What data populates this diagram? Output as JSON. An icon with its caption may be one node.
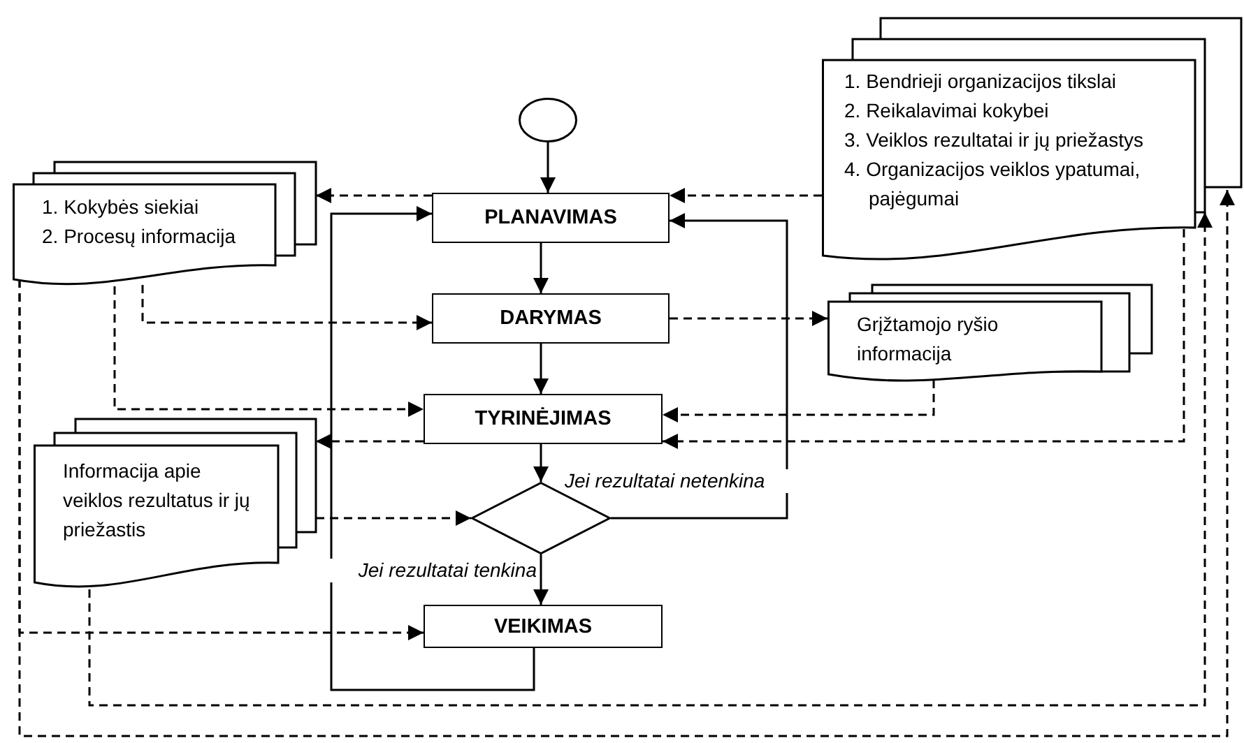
{
  "diagram": {
    "nodes": [
      {
        "text": [],
        "shape": "ellipse"
      },
      {
        "text": [
          "1. Kokybės siekiai",
          "2. Procesų informacija"
        ]
      },
      {
        "text": [
          "1. Bendrieji organizacijos tikslai",
          "2. Reikalavimai kokybei",
          "3. Veiklos rezultatai ir jų priežastys",
          "4. Organizacijos veiklos ypatumai, pajėgumai"
        ]
      },
      {
        "text": [
          "PLANAVIMAS"
        ]
      },
      {
        "text": [
          "DARYMAS"
        ]
      },
      {
        "text": [
          "Grįžtamojo ryšio informacija"
        ]
      },
      {
        "text": [
          "TYRINĖJIMAS"
        ]
      },
      {
        "text": [
          "Informacija apie veiklos rezultatus ir jų priežastis"
        ]
      },
      {
        "text": [],
        "shape": "diamond"
      },
      {
        "text": [
          "VEIKIMAS"
        ]
      }
    ],
    "edges": [
      {
        "from": 0,
        "to": 3,
        "arrow": "to"
      },
      {
        "from": 3,
        "to": 4,
        "arrow": "to"
      },
      {
        "from": 4,
        "to": 6,
        "arrow": "to"
      },
      {
        "from": 6,
        "to": 8,
        "arrow": "to"
      },
      {
        "from": 8,
        "to": 9,
        "arrow": "to",
        "label": "Jei rezultatai tenkina"
      },
      {
        "from": 8,
        "to": 3,
        "arrow": "to",
        "label": "Jei rezultatai netenkina"
      },
      {
        "from": 9,
        "to": 3,
        "arrow": "to"
      },
      {
        "from": 2,
        "to": 3,
        "arrow": "to",
        "style": "dashed"
      },
      {
        "from": 3,
        "to": 1,
        "arrow": "to",
        "style": "dashed"
      },
      {
        "from": 1,
        "to": 4,
        "arrow": "to",
        "style": "dashed"
      },
      {
        "from": 1,
        "to": 6,
        "arrow": "to",
        "style": "dashed"
      },
      {
        "from": 4,
        "to": 5,
        "arrow": "to",
        "style": "dashed"
      },
      {
        "from": 5,
        "to": 6,
        "arrow": "to",
        "style": "dashed"
      },
      {
        "from": 2,
        "to": 6,
        "arrow": "to",
        "style": "dashed"
      },
      {
        "from": 6,
        "to": 7,
        "arrow": "to",
        "style": "dashed"
      },
      {
        "from": 7,
        "to": 8,
        "arrow": "to",
        "style": "dashed"
      },
      {
        "from": 1,
        "to": 9,
        "arrow": "to",
        "style": "dashed"
      },
      {
        "from": 1,
        "to": 2,
        "arrow": "to",
        "style": "dashed"
      },
      {
        "from": 7,
        "to": 2,
        "arrow": "to",
        "style": "dashed"
      }
    ]
  }
}
